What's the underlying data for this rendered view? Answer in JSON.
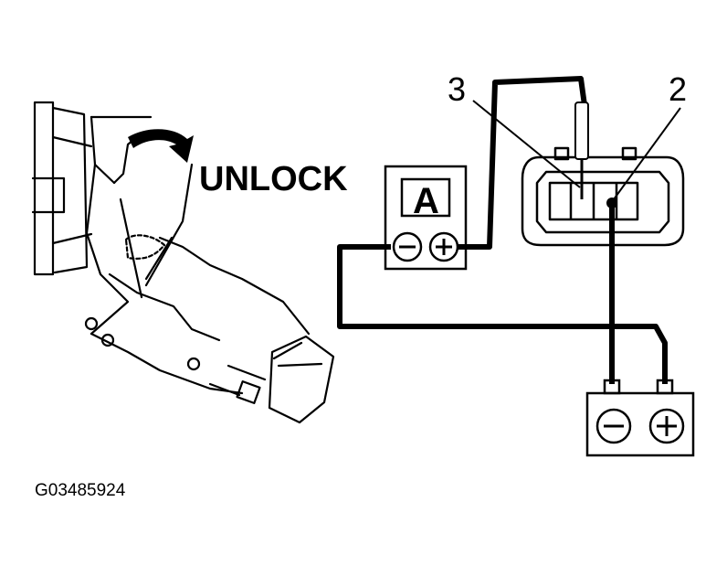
{
  "labels": {
    "unlock": "UNLOCK",
    "meter_letter": "A",
    "terminal_3": "3",
    "terminal_2": "2",
    "figure_code": "G03485924"
  },
  "colors": {
    "ink": "#000000",
    "background": "#ffffff"
  },
  "icons": {
    "arrow": "curved-arrow",
    "meter_negative": "minus-in-circle",
    "meter_positive": "plus-in-circle",
    "battery_negative": "minus-in-circle",
    "battery_positive": "plus-in-circle"
  }
}
